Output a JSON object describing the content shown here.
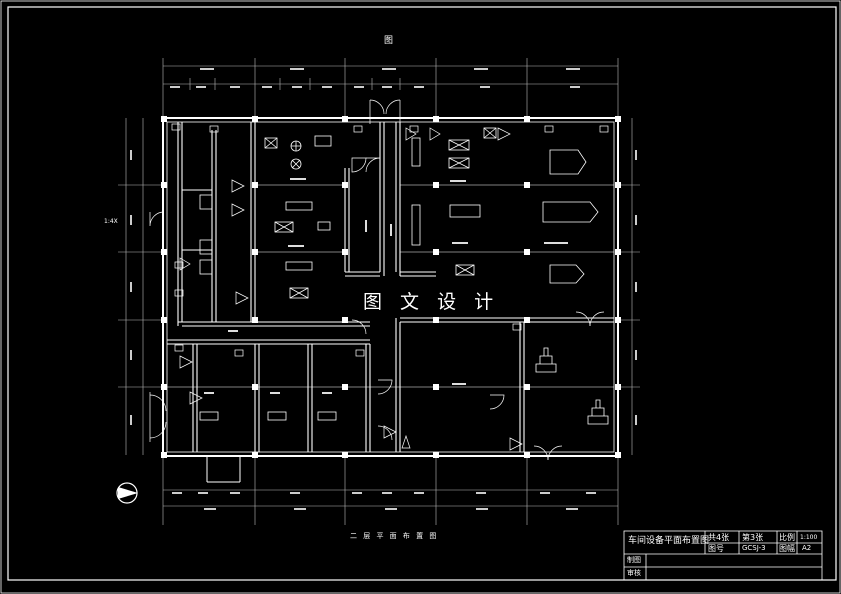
{
  "drawing": {
    "watermark": "图 文 设 计",
    "caption": "二 层 平 面 布 置 图",
    "top_label": "图",
    "left_label": "1:4X",
    "colors": {
      "background": "#000000",
      "lines": "#ffffff",
      "dims": "#cfcfcf"
    }
  },
  "title_block": {
    "drawing_name": "车间设备平面布置图",
    "total_sheets": "共4张",
    "sheet_no": "第3张",
    "scale_label": "比例",
    "scale_value": "1:100",
    "drawing_no_label": "图号",
    "drawing_no": "GCSJ-3",
    "size_label": "图幅",
    "size_value": "A2",
    "designer_label": "制图",
    "checker_label": "审核"
  }
}
